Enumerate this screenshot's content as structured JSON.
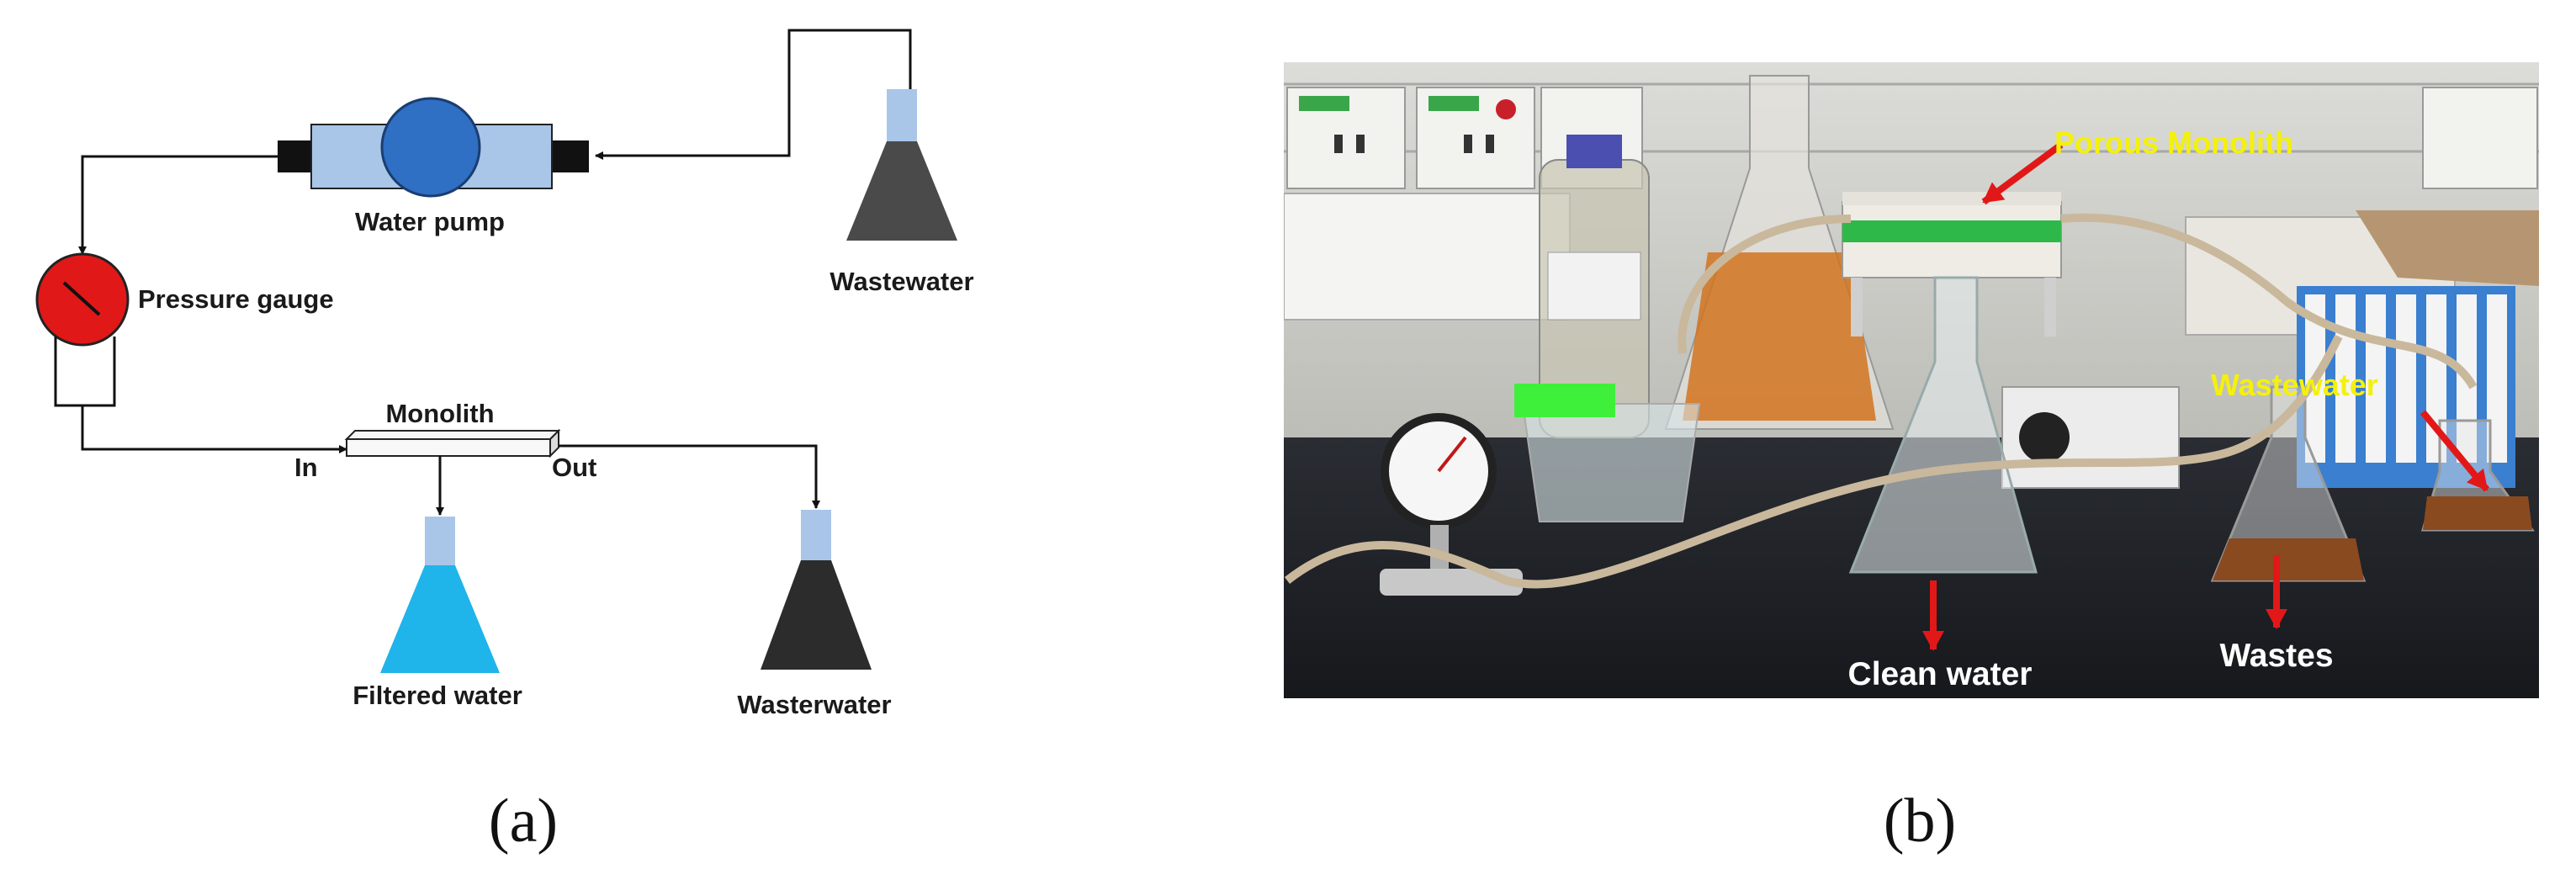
{
  "panel_a": {
    "labels": {
      "water_pump": "Water pump",
      "wastewater_source": "Wastewater",
      "pressure_gauge": "Pressure gauge",
      "monolith": "Monolith",
      "in": "In",
      "out": "Out",
      "filtered_water": "Filtered water",
      "wastewater_out": "Wasterwater"
    },
    "caption": "(a)"
  },
  "panel_b": {
    "labels": {
      "porous_monolith": "Porous Monolith",
      "wastewater": "Wastewater",
      "clean_water": "Clean water",
      "wastes": "Wastes"
    },
    "caption": "(b)"
  },
  "colors": {
    "pump_body": "#a9c6e8",
    "pump_motor": "#2f6fc4",
    "gauge": "#e01818",
    "dark_liquid": "#4a4a4a",
    "clean_liquid": "#1fb4ea",
    "flask_neck": "#a9c6e8",
    "photo_annotation_yellow": "#f4f10a",
    "arrow_red": "#e21818"
  }
}
